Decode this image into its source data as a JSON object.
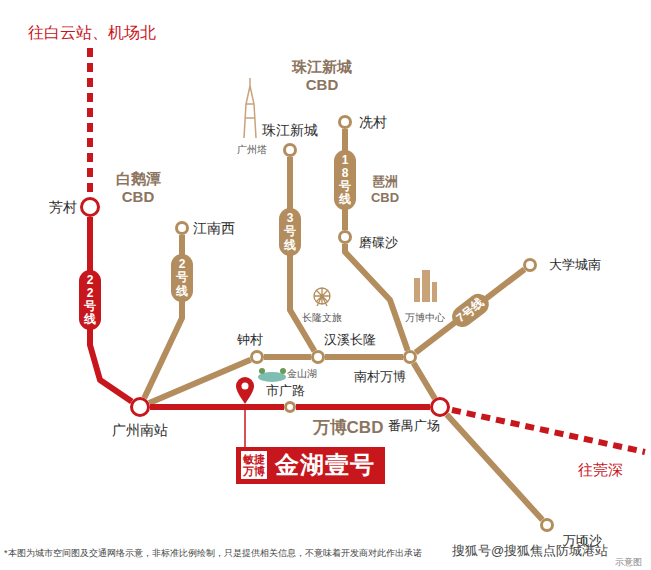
{
  "diagram": {
    "nodes": [
      {
        "text": [
          "珠江新城 CBD"
        ]
      },
      {
        "text": [
          "珠江新城"
        ],
        "in": 0
      },
      {
        "text": [
          "冼村"
        ],
        "in": 0
      },
      {
        "text": [
          "白鹅潭 CBD"
        ]
      },
      {
        "text": [
          "芳村"
        ],
        "in": 3
      },
      {
        "text": [
          "江南西"
        ]
      },
      {
        "text": [
          "琶洲 CBD"
        ]
      },
      {
        "text": [
          "磨碟沙"
        ]
      },
      {
        "text": [
          "大学城南"
        ]
      },
      {
        "text": [
          "万博CBD"
        ]
      },
      {
        "text": [
          "钟村"
        ],
        "in": 9
      },
      {
        "text": [
          "汉溪长隆"
        ],
        "in": 9
      },
      {
        "text": [
          "南村万博"
        ],
        "in": 9
      },
      {
        "text": [
          "市广路"
        ],
        "in": 9
      },
      {
        "text": [
          "番禺广场"
        ],
        "in": 9
      },
      {
        "text": [
          "广州南站"
        ]
      },
      {
        "text": [
          "敏捷 万博",
          "金湖壹号"
        ]
      },
      {
        "text": [
          "万顷沙"
        ]
      }
    ],
    "edges": [
      {
        "from": 4,
        "to": 15,
        "label": "22号线",
        "arrow": "none"
      },
      {
        "from": 15,
        "to": 13,
        "arrow": "none"
      },
      {
        "from": 13,
        "to": 14,
        "arrow": "none"
      },
      {
        "from": 5,
        "to": 15,
        "label": "2号线",
        "arrow": "none"
      },
      {
        "from": 1,
        "to": 11,
        "label": "3号线",
        "arrow": "none"
      },
      {
        "from": 2,
        "to": 7,
        "label": "18号线",
        "arrow": "none"
      },
      {
        "from": 7,
        "to": 12,
        "arrow": "none"
      },
      {
        "from": 12,
        "to": 14,
        "arrow": "none"
      },
      {
        "from": 14,
        "to": 17,
        "arrow": "none"
      },
      {
        "from": 15,
        "to": 10,
        "arrow": "none"
      },
      {
        "from": 10,
        "to": 11,
        "arrow": "none"
      },
      {
        "from": 11,
        "to": 12,
        "arrow": "none"
      },
      {
        "from": 12,
        "to": 8,
        "label": "7号线",
        "arrow": "none"
      }
    ],
    "labels": [
      "往白云站、机场北",
      "往莞深",
      "广州塔",
      "长隆文旅",
      "万博中心",
      "金山湖",
      "*本图为城市空间图及交通网络示意，非标准比例绘制，只是提供相关信息，不意味着开发商对此作出承诺",
      "搜狐号@搜狐焦点防城港站",
      "示意图"
    ]
  }
}
